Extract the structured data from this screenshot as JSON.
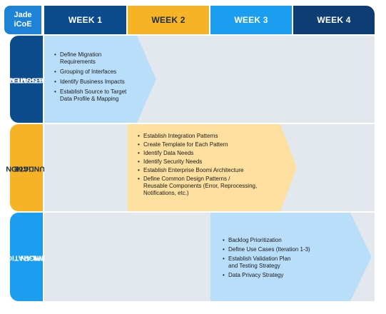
{
  "logo": {
    "line1": "Jade",
    "line2": "iCoE"
  },
  "weeks": [
    "WEEK 1",
    "WEEK 2",
    "WEEK 3",
    "WEEK 4"
  ],
  "rows": [
    {
      "label_lines": [
        "STRATEGIC",
        "ASSESSMENT"
      ],
      "items": [
        "Define Migration\nRequirements",
        "Grouping of Interfaces",
        "Identify Business Impacts",
        "Establish Source to Target\nData Profile & Mapping"
      ]
    },
    {
      "label_lines": [
        "iCoE",
        "FOUNDATION"
      ],
      "items": [
        "Establish Integration Patterns",
        "Create Template for Each Pattern",
        "Identify Data Needs",
        "Identify Security Needs",
        "Establish Enterprise Boomi Architecture",
        "Define Common Design Patterns /\nReusable Components (Error, Reprocessing,\nNotifications, etc.)"
      ]
    },
    {
      "label_lines": [
        "MIGRATION",
        "PLAN"
      ],
      "items": [
        "Backlog Prioritization",
        "Define Use Cases (Iteration 1-3)",
        "Establish Validation Plan\nand Testing Strategy",
        "Data Privacy Strategy"
      ]
    }
  ],
  "colors": {
    "dark_blue": "#0c4b8c",
    "navy": "#0d3d72",
    "gold": "#f5b325",
    "sky_blue": "#1c9ef0",
    "logo_blue": "#1e83d6",
    "light_blue_arrow": "#b9defa",
    "light_gold_arrow": "#fde0a0",
    "band_gray": "#e3e8ef"
  }
}
